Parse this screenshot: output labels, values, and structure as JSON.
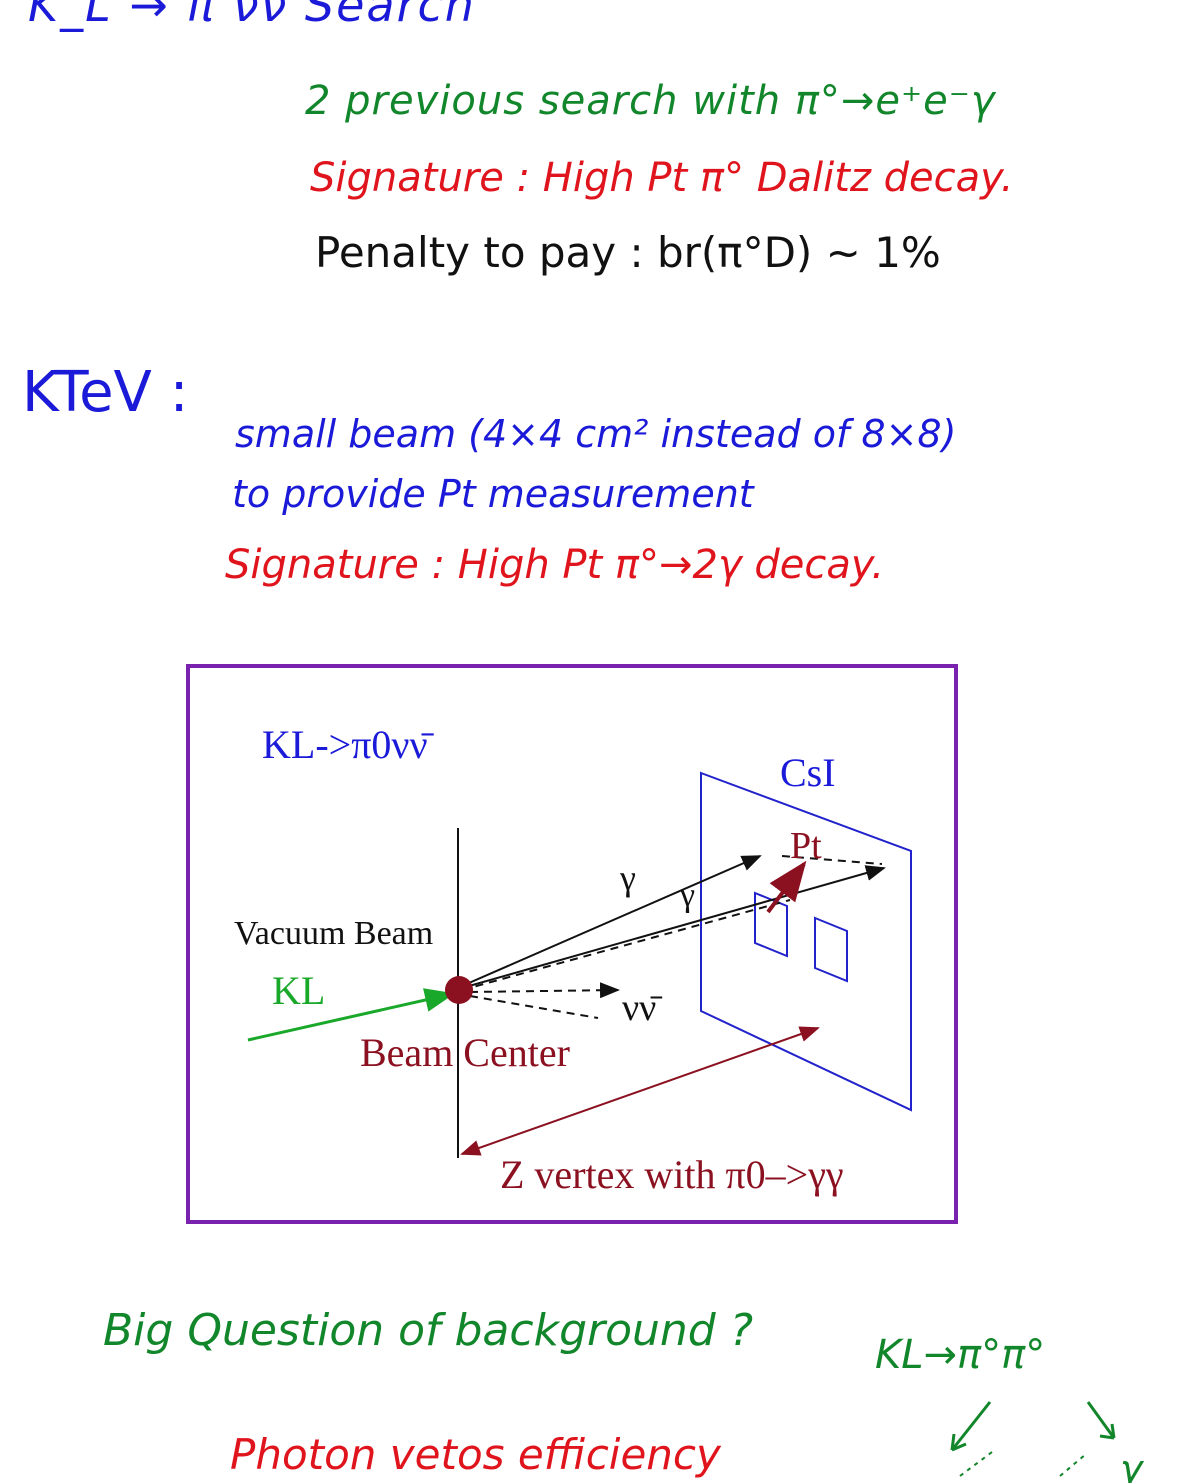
{
  "header": {
    "title": "K_L → π νν Search"
  },
  "previous": {
    "line1": "2 previous search with π°→e⁺e⁻γ",
    "line2": "Signature : High Pt π° Dalitz decay.",
    "line3": "Penalty to pay : br(π°D) ~ 1%"
  },
  "ktev": {
    "label": "KTeV :",
    "line1": "small beam (4×4 cm² instead of 8×8)",
    "line2": "to provide Pt measurement",
    "line3": "Signature : High Pt π°→2γ decay."
  },
  "diagram": {
    "decay_label": "KL->π0νν̄",
    "detector_label": "CsI",
    "pt_label": "Pt",
    "gamma1": "γ",
    "gamma2": "γ",
    "vacuum_beam": "Vacuum Beam",
    "kl_label": "KL",
    "nu_label": "νν̄",
    "beam_center": "Beam Center",
    "z_vertex": "Z vertex with π0–>γγ",
    "colors": {
      "frame": "#7a22b0",
      "blue": "#1a1ad8",
      "dark_red": "#8b1020",
      "green": "#1aa82a",
      "black": "#111111"
    }
  },
  "background": {
    "question": "Big Question of background ?",
    "decay": "KL→π°π°",
    "photon_vetos": "Photon vetos efficiency",
    "gamma": "γ"
  }
}
